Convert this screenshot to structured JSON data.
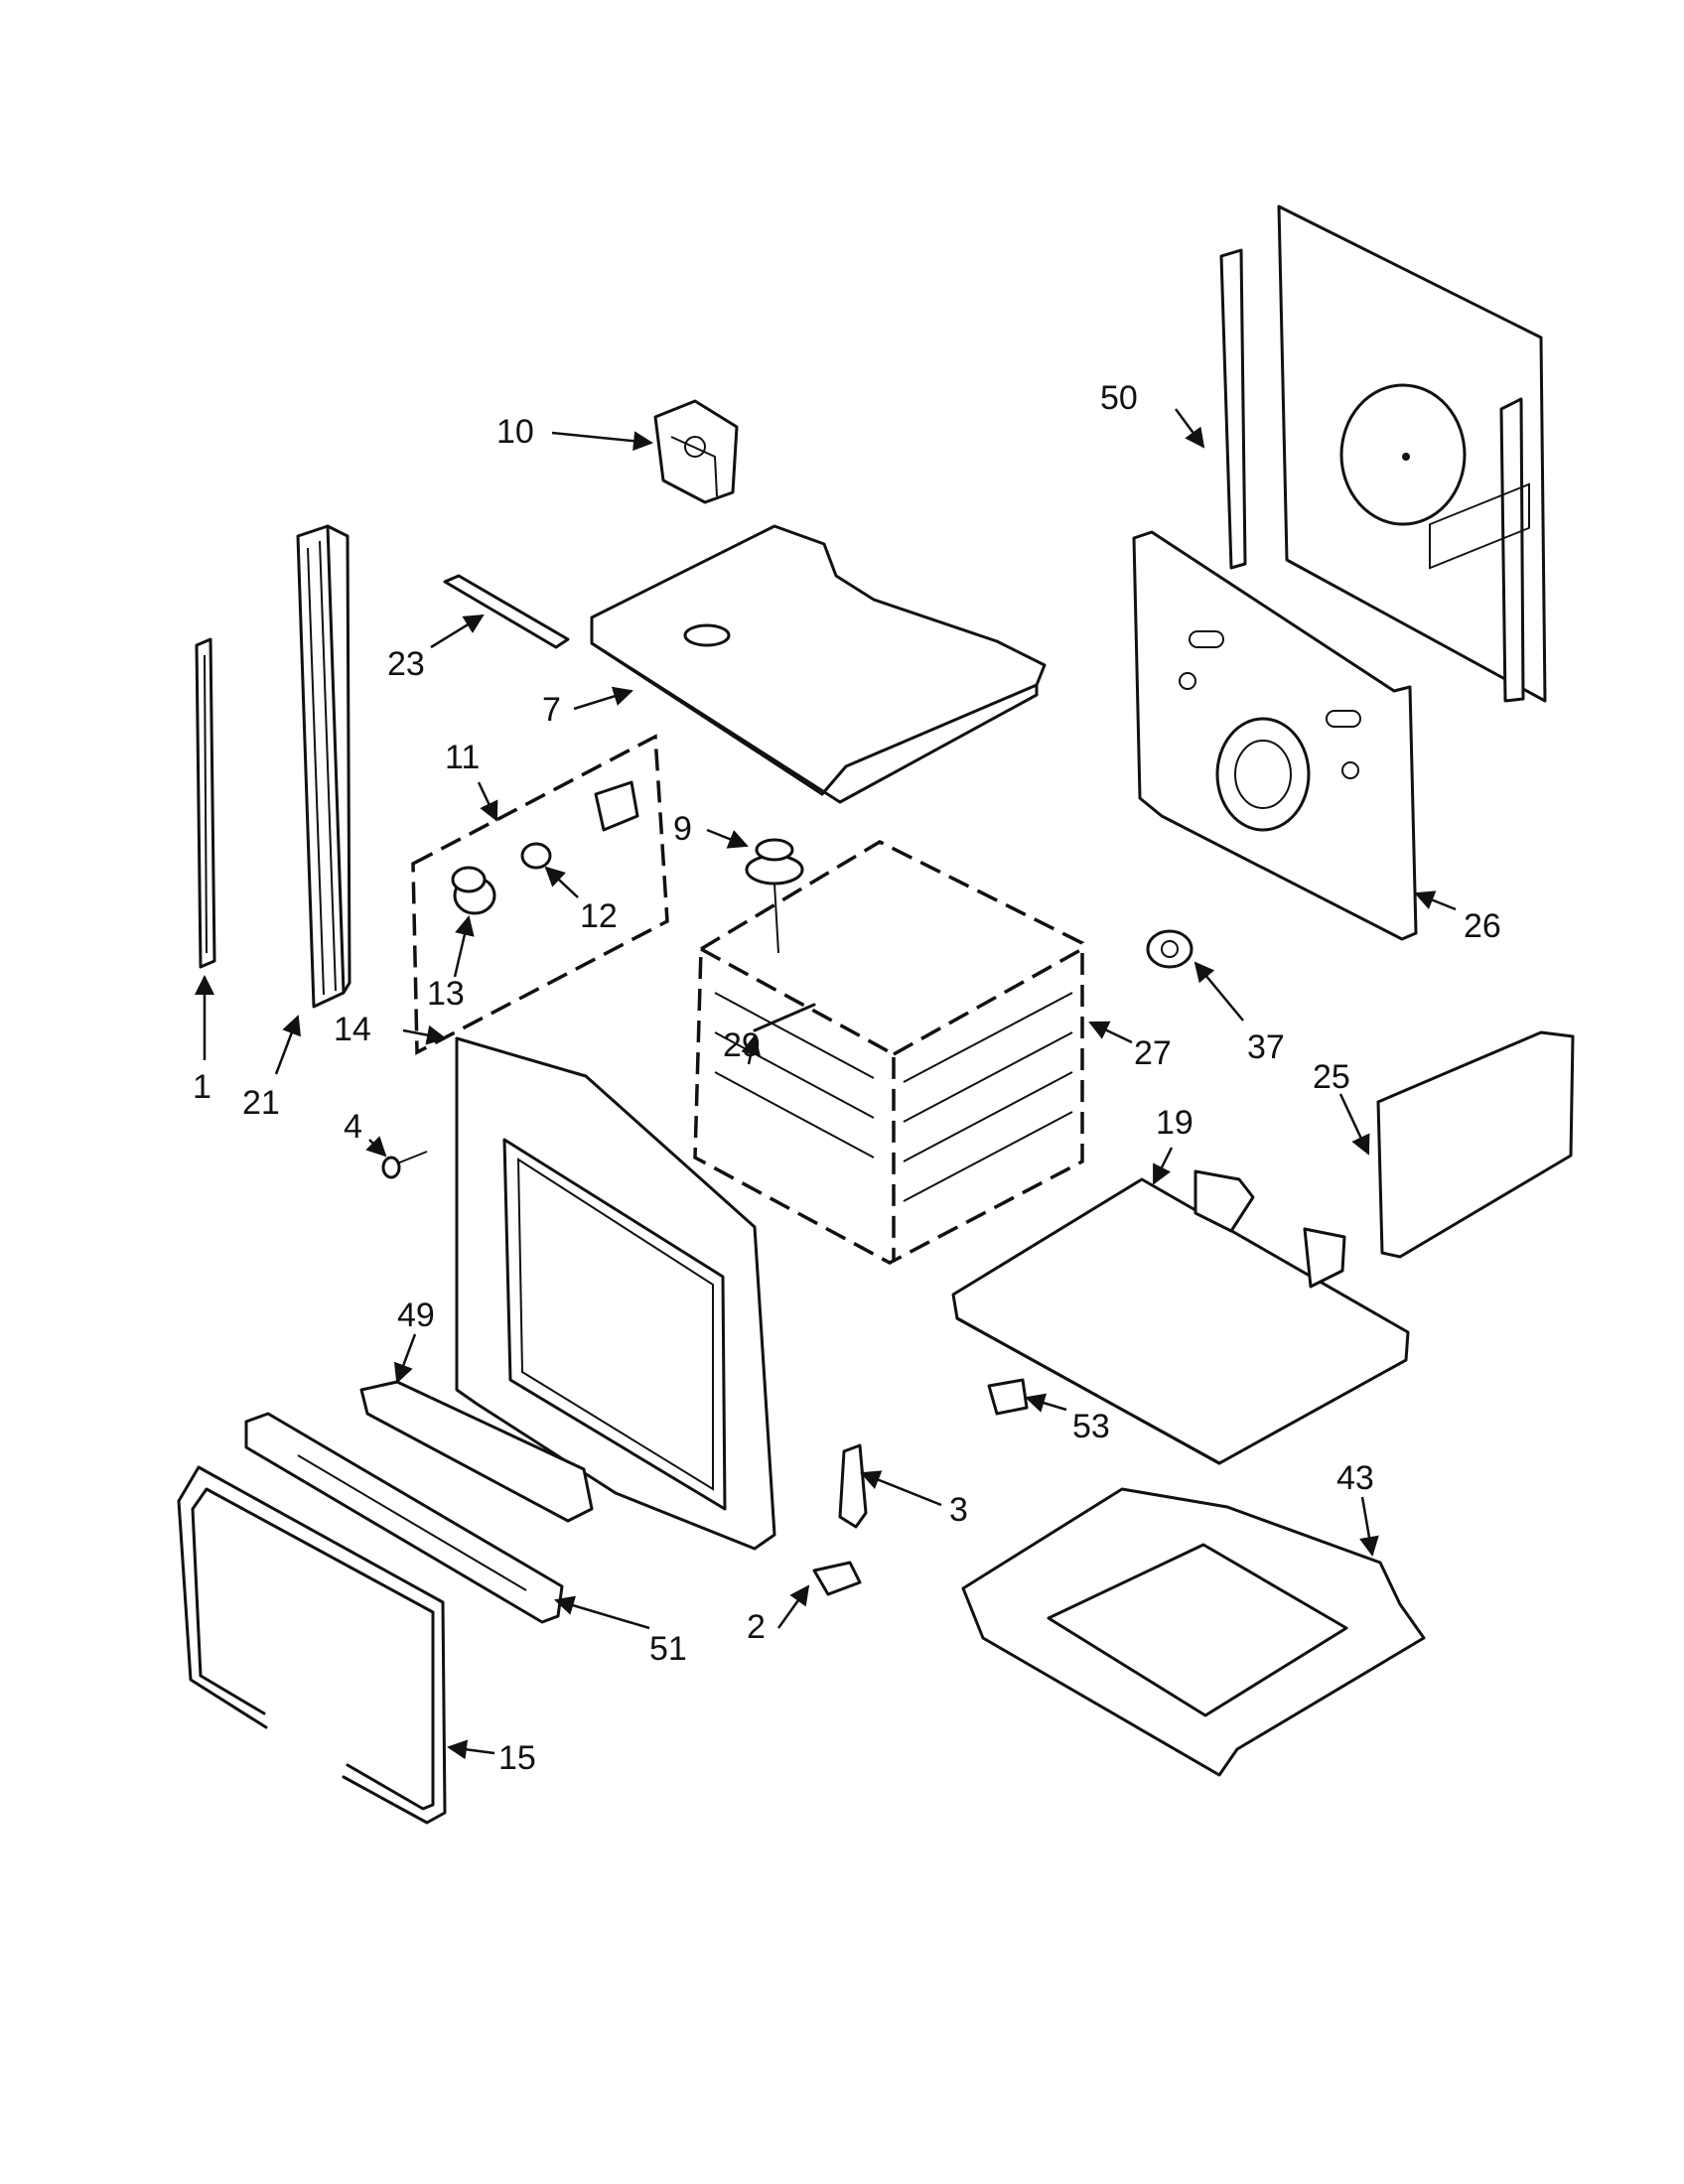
{
  "diagram": {
    "callouts": [
      {
        "id": "c1",
        "label": "1"
      },
      {
        "id": "c2",
        "label": "2"
      },
      {
        "id": "c3",
        "label": "3"
      },
      {
        "id": "c4",
        "label": "4"
      },
      {
        "id": "c7",
        "label": "7"
      },
      {
        "id": "c9",
        "label": "9"
      },
      {
        "id": "c10",
        "label": "10"
      },
      {
        "id": "c11",
        "label": "11"
      },
      {
        "id": "c12",
        "label": "12"
      },
      {
        "id": "c13",
        "label": "13"
      },
      {
        "id": "c14",
        "label": "14"
      },
      {
        "id": "c15",
        "label": "15"
      },
      {
        "id": "c19",
        "label": "19"
      },
      {
        "id": "c21",
        "label": "21"
      },
      {
        "id": "c23",
        "label": "23"
      },
      {
        "id": "c25",
        "label": "25"
      },
      {
        "id": "c26",
        "label": "26"
      },
      {
        "id": "c27",
        "label": "27"
      },
      {
        "id": "c29",
        "label": "29"
      },
      {
        "id": "c37",
        "label": "37"
      },
      {
        "id": "c43",
        "label": "43"
      },
      {
        "id": "c49",
        "label": "49"
      },
      {
        "id": "c50",
        "label": "50"
      },
      {
        "id": "c51",
        "label": "51"
      },
      {
        "id": "c53",
        "label": "53"
      }
    ]
  }
}
